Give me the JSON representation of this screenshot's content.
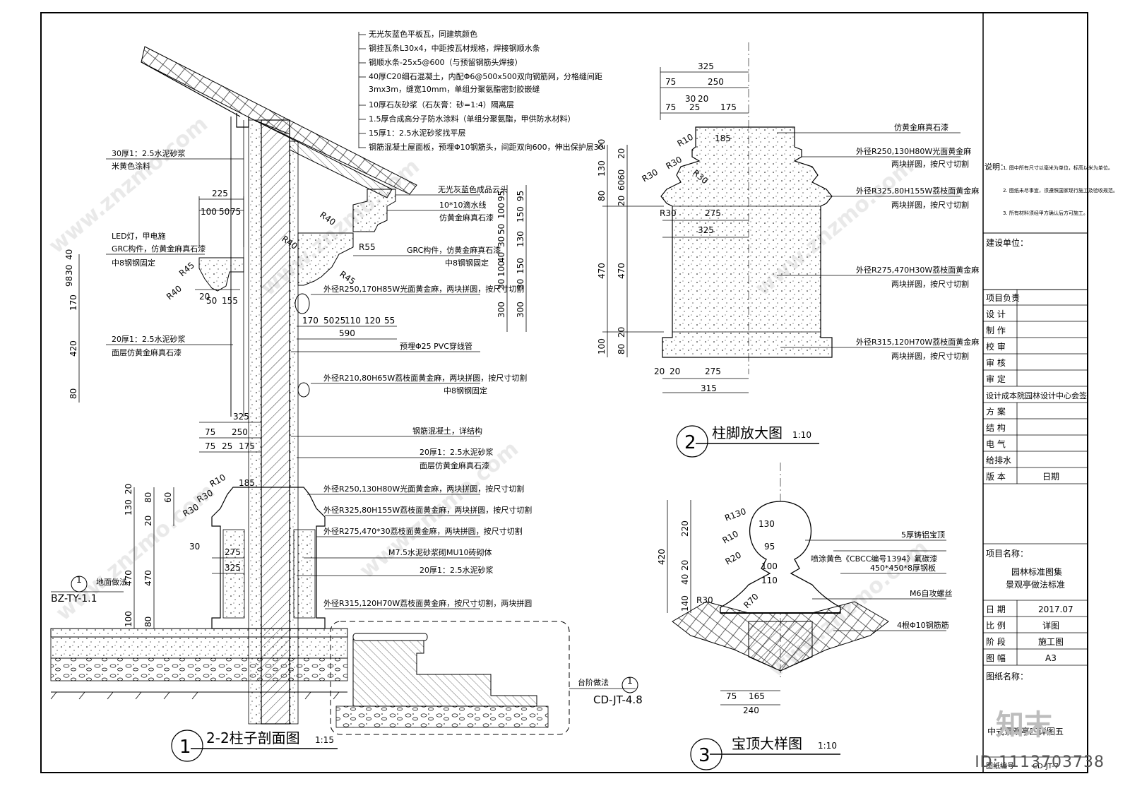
{
  "column_section": {
    "title": "2-2柱子剖面图",
    "scale": "1:15",
    "number": "1",
    "roof_notes": [
      "无光灰蓝色平板瓦，同建筑颜色",
      "钢挂瓦条L30x4，中距按瓦材规格，焊接钢顺水条",
      "钢顺水条-25x5@600（与预留钢筋头焊接）",
      "40厚C20细石混凝土，内配Φ6@500x500双向钢筋网，分格缝间距",
      "3mx3m，缝宽10mm，单组分聚氨酯密封胶嵌缝",
      "10厚石灰砂浆（石灰膏：砂=1:4）隔离层",
      "1.5厚合成高分子防水涂料（单组分聚氨酯，甲供防水材料）",
      "15厚1：2.5水泥砂浆找平层",
      "钢筋混凝土屋面板，预埋Φ10钢筋头，间距双向600，伸出保护层30"
    ],
    "left_notes": [
      "30厚1：2.5水泥砂浆",
      "米黄色涂料",
      "LED灯，甲电施",
      "GRC构件，仿黄金麻真石漆",
      "中8钢钢固定",
      "20厚1：2.5水泥砂浆",
      "面层仿黄金麻真石漆",
      "地面做法"
    ],
    "right_notes": [
      "无光灰蓝色成品云头",
      "10*10滴水线",
      "仿黄金麻真石漆",
      "GRC构件，仿黄金麻真石漆",
      "中8钢钢固定",
      "外径R250,170H85W光面黄金麻，两块拼圆，按尺寸切割",
      "预埋Φ25 PVC穿线管",
      "外径R210,80H65W荔枝面黄金麻，两块拼圆，按尺寸切割",
      "中8钢钢固定",
      "钢筋混凝土，详结构",
      "20厚1：2.5水泥砂浆",
      "面层仿黄金麻真石漆",
      "外径R250,130H80W光面黄金麻，两块拼圆，按尺寸切割",
      "外径R325,80H155W荔枝面黄金麻，两块拼圆，按尺寸切割",
      "外径R275,470*30荔枝面黄金麻，两块拼圆，按尺寸切割",
      "M7.5水泥砂浆砌MU10砖砌体",
      "20厚1：2.5水泥砂浆",
      "外径R315,120H70W荔枝面黄金麻，按尺寸切割，两块拼圆"
    ],
    "dims": {
      "top_225": "225",
      "d100": "100",
      "d50": "50",
      "d75a": "75",
      "d40": "40",
      "d30": "30",
      "d98": "98",
      "d170": "170",
      "d420": "420",
      "d80": "80",
      "d20": "20",
      "d50b": "50",
      "d155": "155",
      "r_pairs": [
        "95",
        "95",
        "100",
        "150",
        "50",
        "30",
        "130",
        "40",
        "100",
        "150",
        "30",
        "30",
        "300",
        "300"
      ],
      "h170": "170",
      "h50": "50",
      "h25": "25",
      "h110": "110",
      "h120": "120",
      "h55": "55",
      "h590": "590",
      "c325": "325",
      "c75": "75",
      "c250": "250",
      "c75b": "75",
      "c25": "25",
      "c175": "175",
      "c185": "185",
      "c275": "275",
      "c325b": "325",
      "c30": "30",
      "v20": "20",
      "v130": "130",
      "v80": "80",
      "v60": "60",
      "v20b": "20",
      "v470": "470",
      "v470b": "470",
      "v100": "100",
      "v80b": "80"
    },
    "radii": [
      "R40",
      "R40",
      "R55",
      "R45",
      "R45",
      "R40",
      "R10",
      "R30",
      "R30"
    ],
    "ref_ground": {
      "num": "1",
      "code": "BZ-TY-1.1"
    },
    "ref_step": {
      "label": "台阶做法",
      "num": "1",
      "code": "CD-JT-4.8"
    }
  },
  "column_foot": {
    "title": "柱脚放大图",
    "scale": "1:10",
    "number": "2",
    "notes": [
      "仿黄金麻真石漆",
      "外径R250,130H80W光面黄金麻",
      "两块拼圆，按尺寸切割",
      "外径R325,80H155W荔枝面黄金麻",
      "两块拼圆，按尺寸切割",
      "外径R275,470H30W荔枝面黄金麻",
      "两块拼圆，按尺寸切割",
      "外径R315,120H70W荔枝面黄金麻",
      "两块拼圆，按尺寸切割"
    ],
    "dims": {
      "t325": "325",
      "t75": "75",
      "t250": "250",
      "t75b": "75",
      "t30": "30",
      "t20": "20",
      "t25": "25",
      "t175": "175",
      "t185": "185",
      "t275": "275",
      "t325b": "325",
      "b20": "20",
      "b20b": "20",
      "b275": "275",
      "b315": "315",
      "v20": "20",
      "v130": "130",
      "v20b": "20",
      "v60": "60",
      "v80": "80",
      "v20c": "20",
      "v60b": "60",
      "v470": "470",
      "v470b": "470",
      "v20d": "20",
      "v100": "100",
      "v80b": "80"
    },
    "radii": [
      "R10",
      "R30",
      "R30",
      "R30",
      "R30"
    ]
  },
  "finial": {
    "title": "宝顶大样图",
    "scale": "1:10",
    "number": "3",
    "notes": [
      "5厚铸铝宝顶",
      "喷涂黄色《CBCC编号1394》氟碳漆",
      "450*450*8厚钢板",
      "M6自攻螺丝",
      "4根Φ10钢筋筋"
    ],
    "dims": {
      "v220": "220",
      "v420": "420",
      "v20": "20",
      "v40": "40",
      "v140": "140",
      "d130": "130",
      "d95": "95",
      "d100": "100",
      "d110": "110",
      "b75": "75",
      "b165": "165",
      "b240": "240"
    },
    "radii": [
      "R130",
      "R10",
      "R20",
      "R30",
      "R70"
    ]
  },
  "title_block": {
    "notes_label": "说明：",
    "notes": [
      "1. 图中所有尺寸以毫米为单位，标高以米为单位。",
      "2. 图纸未尽事宜，须遵照国家现行施工及验收规范。",
      "3. 所有材料须经甲方确认后方可施工。"
    ],
    "client_label": "建设单位：",
    "rows": [
      {
        "label": "项目负责",
        "value": ""
      },
      {
        "label": "设  计",
        "value": ""
      },
      {
        "label": "制  作",
        "value": ""
      },
      {
        "label": "校  审",
        "value": ""
      },
      {
        "label": "审  核",
        "value": ""
      },
      {
        "label": "审  定",
        "value": ""
      }
    ],
    "design_unit": "设计成本院园林设计中心会签",
    "sign_rows": [
      {
        "label": "方  案",
        "value": ""
      },
      {
        "label": "结  构",
        "value": ""
      },
      {
        "label": "电  气",
        "value": ""
      },
      {
        "label": "给排水",
        "value": ""
      },
      {
        "label": "版  本",
        "value": "日期"
      }
    ],
    "project_label": "项目名称：",
    "project_name_1": "园林标准图集",
    "project_name_2": "景观亭做法标准",
    "info_rows": [
      {
        "label": "日  期",
        "value": "2017.07"
      },
      {
        "label": "比  例",
        "value": "详图"
      },
      {
        "label": "阶  段",
        "value": "施工图"
      },
      {
        "label": "图  幅",
        "value": "A3"
      }
    ],
    "drawing_label": "图纸名称：",
    "drawing_name": "中式景观亭四详图五",
    "sheet_label": "图纸编号",
    "sheet_code": "CD-JT-7"
  },
  "watermark": {
    "id_text": "ID:1113703738",
    "logo_text": "知末",
    "site_text": "www.znzmo.com"
  }
}
